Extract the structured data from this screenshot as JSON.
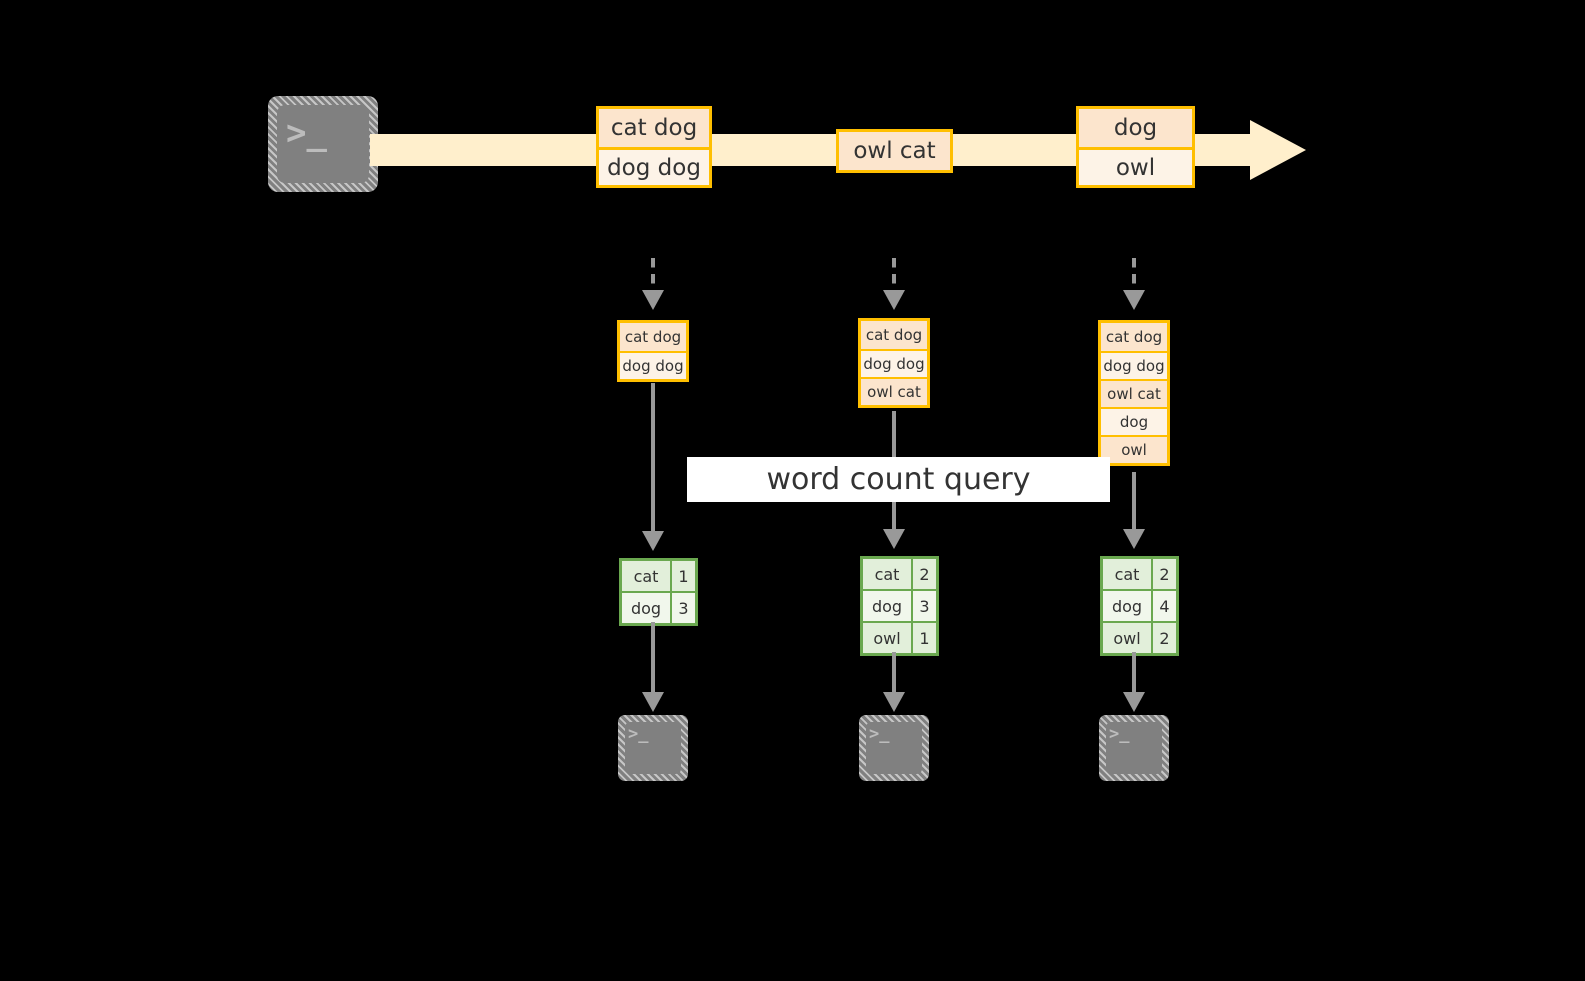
{
  "diagram": {
    "title": "word count query",
    "colors": {
      "background": "#000000",
      "stream": "#FFEFCC",
      "message_border": "#FFBF00",
      "message_fill": "#FCE5CD",
      "message_fill_alt": "#FDF3E7",
      "result_border": "#6AA84F",
      "result_fill": "#E2EFDA",
      "result_fill_alt": "#F1F7EC",
      "connector": "#999999",
      "terminal": "#808080",
      "label_band": "#FFFFFF"
    }
  },
  "source": {
    "icon": "terminal-icon",
    "prompt": ">_"
  },
  "stream": {
    "messages": [
      {
        "lines": [
          "cat dog",
          "dog dog"
        ]
      },
      {
        "lines": [
          "owl cat"
        ]
      },
      {
        "lines": [
          "dog",
          "owl"
        ]
      }
    ]
  },
  "query_label": "word count query",
  "snapshots": [
    {
      "input_lines": [
        "cat dog",
        "dog dog"
      ],
      "result_header": null,
      "result_rows": [
        {
          "word": "cat",
          "count": "1"
        },
        {
          "word": "dog",
          "count": "3"
        }
      ],
      "sink": {
        "icon": "terminal-icon",
        "prompt": ">_"
      }
    },
    {
      "input_lines": [
        "cat dog",
        "dog dog",
        "owl cat"
      ],
      "result_header": null,
      "result_rows": [
        {
          "word": "cat",
          "count": "2"
        },
        {
          "word": "dog",
          "count": "3"
        },
        {
          "word": "owl",
          "count": "1"
        }
      ],
      "sink": {
        "icon": "terminal-icon",
        "prompt": ">_"
      }
    },
    {
      "input_lines": [
        "cat dog",
        "dog dog",
        "owl cat",
        "dog",
        "owl"
      ],
      "result_header": null,
      "result_rows": [
        {
          "word": "cat",
          "count": "2"
        },
        {
          "word": "dog",
          "count": "4"
        },
        {
          "word": "owl",
          "count": "2"
        }
      ],
      "sink": {
        "icon": "terminal-icon",
        "prompt": ">_"
      }
    }
  ]
}
